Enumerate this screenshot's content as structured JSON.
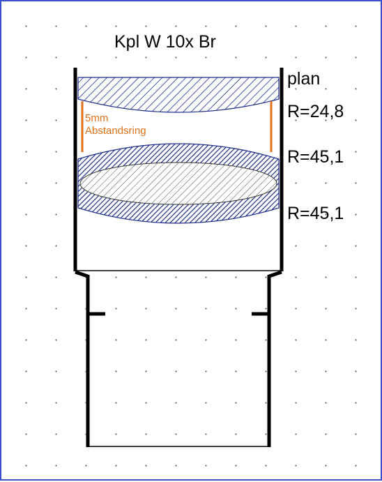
{
  "title": "Kpl W 10x Br",
  "surfaces": [
    {
      "label": "plan"
    },
    {
      "label": "R=24,8"
    },
    {
      "label": "R=45,1"
    },
    {
      "label": "R=45,1"
    }
  ],
  "spacer": {
    "line1": "5mm",
    "line2": "Abstandsring"
  },
  "colors": {
    "frame": "#3a4fd8",
    "lens_hatch": "#1c2c8c",
    "spacer": "#e0711b",
    "inner_lens_hatch": "#444444"
  }
}
